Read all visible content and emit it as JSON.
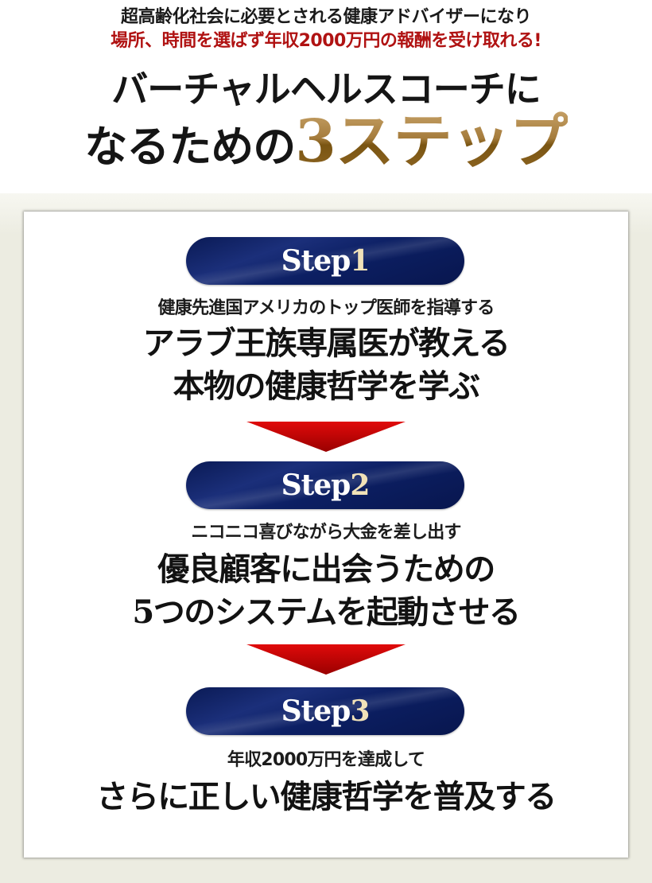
{
  "header": {
    "subtitle_line1": "超高齢化社会に必要とされる健康アドバイザーになり",
    "subtitle_line2": "場所、時間を選ばず年収2000万円の報酬を受け取れる!",
    "title_line1": "バーチャルヘルスコーチに",
    "title_line2_prefix": "なるための",
    "title_line2_highlight": "3ステップ"
  },
  "colors": {
    "accent_red": "#b01212",
    "gold": "#a57c3c",
    "pill_navy": "#0c1f63",
    "arrow_red": "#d40000",
    "background_cream": "#ecece1"
  },
  "steps": [
    {
      "label_word": "Step",
      "label_number": "1",
      "lead": "健康先進国アメリカのトップ医師を指導する",
      "main_line1": "アラブ王族専属医が教える",
      "main_line2": "本物の健康哲学を学ぶ"
    },
    {
      "label_word": "Step",
      "label_number": "2",
      "lead": "ニコニコ喜びながら大金を差し出す",
      "main_line1": "優良顧客に出会うための",
      "main_line2": "5つのシステムを起動させる"
    },
    {
      "label_word": "Step",
      "label_number": "3",
      "lead": "年収2000万円を達成して",
      "main_line1": "さらに正しい健康哲学を普及する"
    }
  ],
  "icons": {
    "arrow": "down-arrow-icon"
  }
}
